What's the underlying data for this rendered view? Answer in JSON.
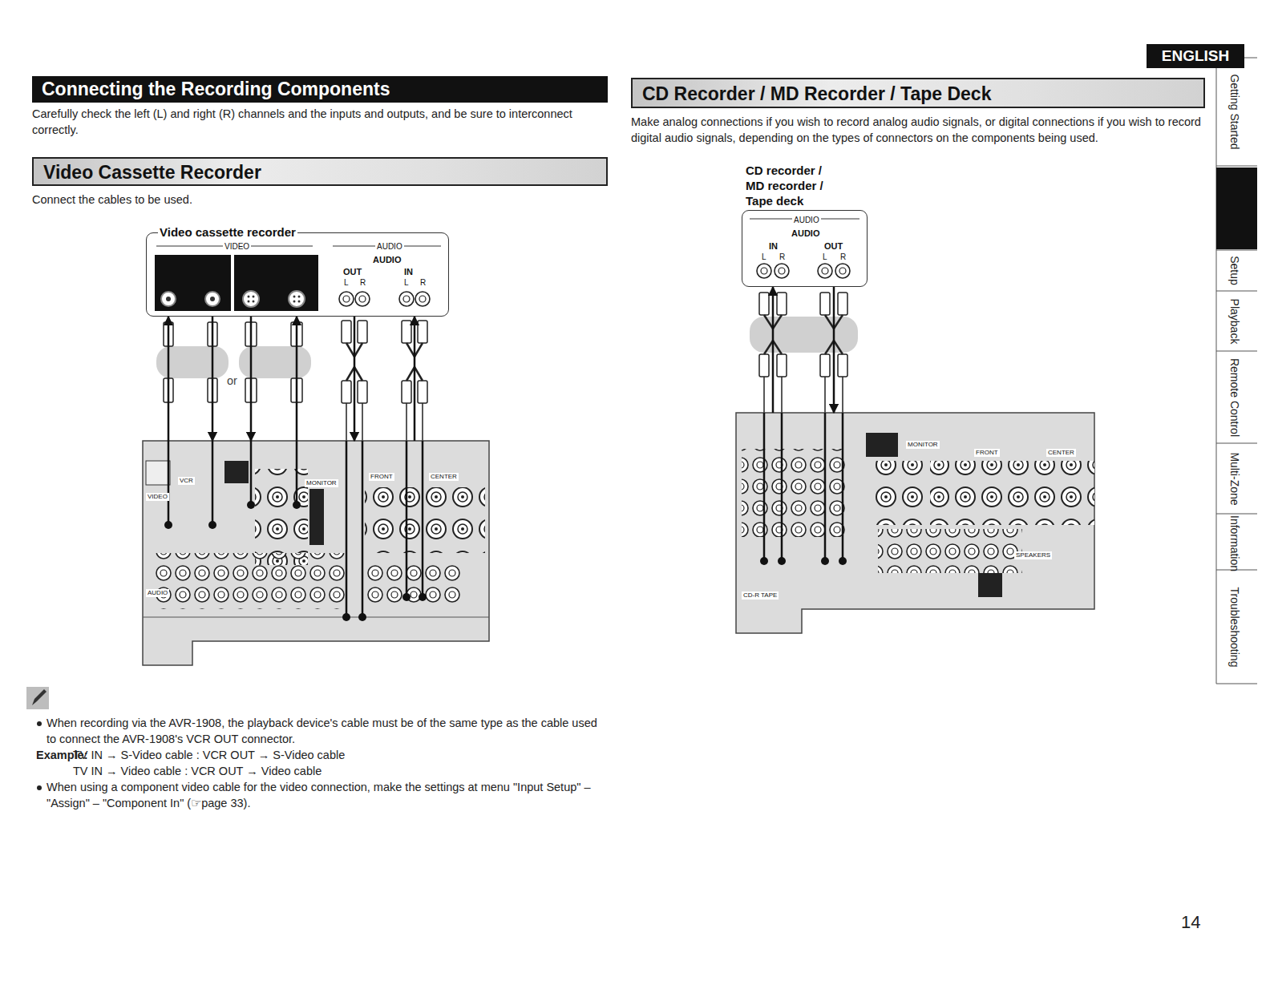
{
  "diagram": {
    "title": "Connecting the Recording Components",
    "nodes": [
      {
        "text": [
          "Video Cassette Recorder"
        ]
      },
      {
        "text": [
          "Video cassette recorder",
          "VIDEO",
          "AUDIO",
          "AUDIO",
          "OUT",
          "IN",
          "L",
          "R",
          "L",
          "R"
        ]
      },
      {
        "text": [
          "VCR",
          "MONITOR",
          "FRONT",
          "CENTER",
          "VIDEO",
          "AUDIO"
        ]
      },
      {
        "text": [
          "CD Recorder / MD Recorder / Tape Deck"
        ]
      },
      {
        "text": [
          "CD recorder / MD recorder / Tape deck",
          "AUDIO",
          "AUDIO",
          "IN",
          "OUT",
          "L",
          "R",
          "L",
          "R"
        ]
      },
      {
        "text": [
          "MONITOR",
          "FRONT",
          "CENTER",
          "SPEAKERS",
          "CD-R TAPE"
        ]
      }
    ],
    "edges": [
      {
        "from": 2,
        "to": 1,
        "arrow": "to"
      },
      {
        "from": 1,
        "to": 2,
        "arrow": "to"
      },
      {
        "from": 1,
        "to": 2,
        "arrow": "to"
      },
      {
        "from": 2,
        "to": 1,
        "arrow": "to"
      },
      {
        "from": 1,
        "to": 2,
        "arrow": "to"
      },
      {
        "from": 2,
        "to": 1,
        "arrow": "to"
      },
      {
        "from": 5,
        "to": 4,
        "arrow": "to"
      },
      {
        "from": 4,
        "to": 5,
        "arrow": "to"
      }
    ],
    "labels": [
      "ENGLISH",
      "Carefully check the left (L) and right (R) channels and the inputs and outputs, and be sure to interconnect correctly.",
      "Connect the cables to be used.",
      "or",
      "When recording via the AVR-1908, the playback device's cable must be of the same type as the cable used to connect the AVR-1908's VCR OUT connector.",
      "Example:",
      "TV IN → S-Video cable : VCR OUT → S-Video cable",
      "TV IN → Video cable : VCR OUT → Video cable",
      "When using a component video cable for the video connection, make the settings at menu \"Input Setup\" – \"Assign\" – \"Component In\" (☞page 33).",
      "Make analog connections if you wish to record analog audio signals, or digital connections if you wish to record digital audio signals, depending on the types of connectors on the components being used.",
      "Getting Started",
      "Setup",
      "Playback",
      "Remote Control",
      "Multi-Zone",
      "Information",
      "Troubleshooting",
      "14"
    ]
  }
}
